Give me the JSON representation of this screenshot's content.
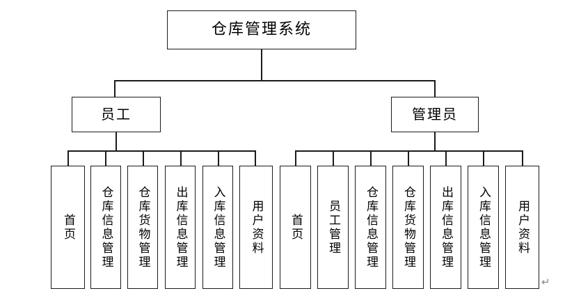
{
  "diagram": {
    "type": "org-chart",
    "title_node": "仓库管理系统",
    "background_color": "#ffffff",
    "line_color": "#1a1a1a",
    "levels": 3,
    "root": {
      "label": "仓库管理系统"
    },
    "branches": [
      {
        "id": "employee",
        "label": "员工",
        "leaves": [
          {
            "label": "首页"
          },
          {
            "label": "仓库信息管理"
          },
          {
            "label": "仓库货物管理"
          },
          {
            "label": "出库信息管理"
          },
          {
            "label": "入库信息管理"
          },
          {
            "label": "用户资料"
          }
        ]
      },
      {
        "id": "administrator",
        "label": "管理员",
        "leaves": [
          {
            "label": "首页"
          },
          {
            "label": "员工管理"
          },
          {
            "label": "仓库信息管理"
          },
          {
            "label": "仓库货物管理"
          },
          {
            "label": "出库信息管理"
          },
          {
            "label": "入库信息管理"
          },
          {
            "label": "用户资料"
          }
        ]
      }
    ],
    "marks": {
      "paragraph_mark": "↵"
    }
  }
}
